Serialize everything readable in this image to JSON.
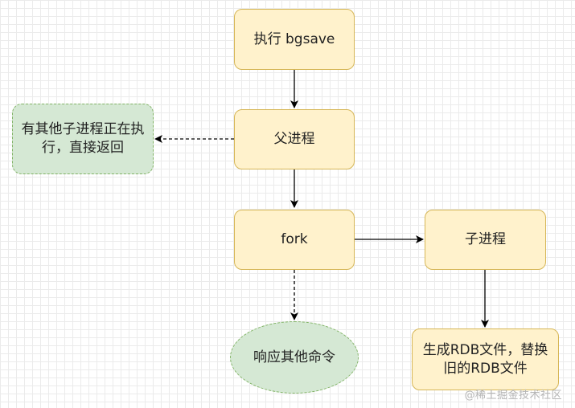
{
  "nodes": {
    "bgsave": "执行 bgsave",
    "parent": "父进程",
    "other_child": "有其他子进程正在执行，直接返回",
    "fork": "fork",
    "child": "子进程",
    "respond": "响应其他命令",
    "rdb": "生成RDB文件，替换旧的RDB文件"
  },
  "watermark": "@稀土掘金技术社区",
  "colors": {
    "process_fill": "#fff2cc",
    "process_stroke": "#d6b656",
    "note_fill": "#d5e8d4",
    "note_stroke": "#82b366",
    "arrow": "#000000"
  }
}
